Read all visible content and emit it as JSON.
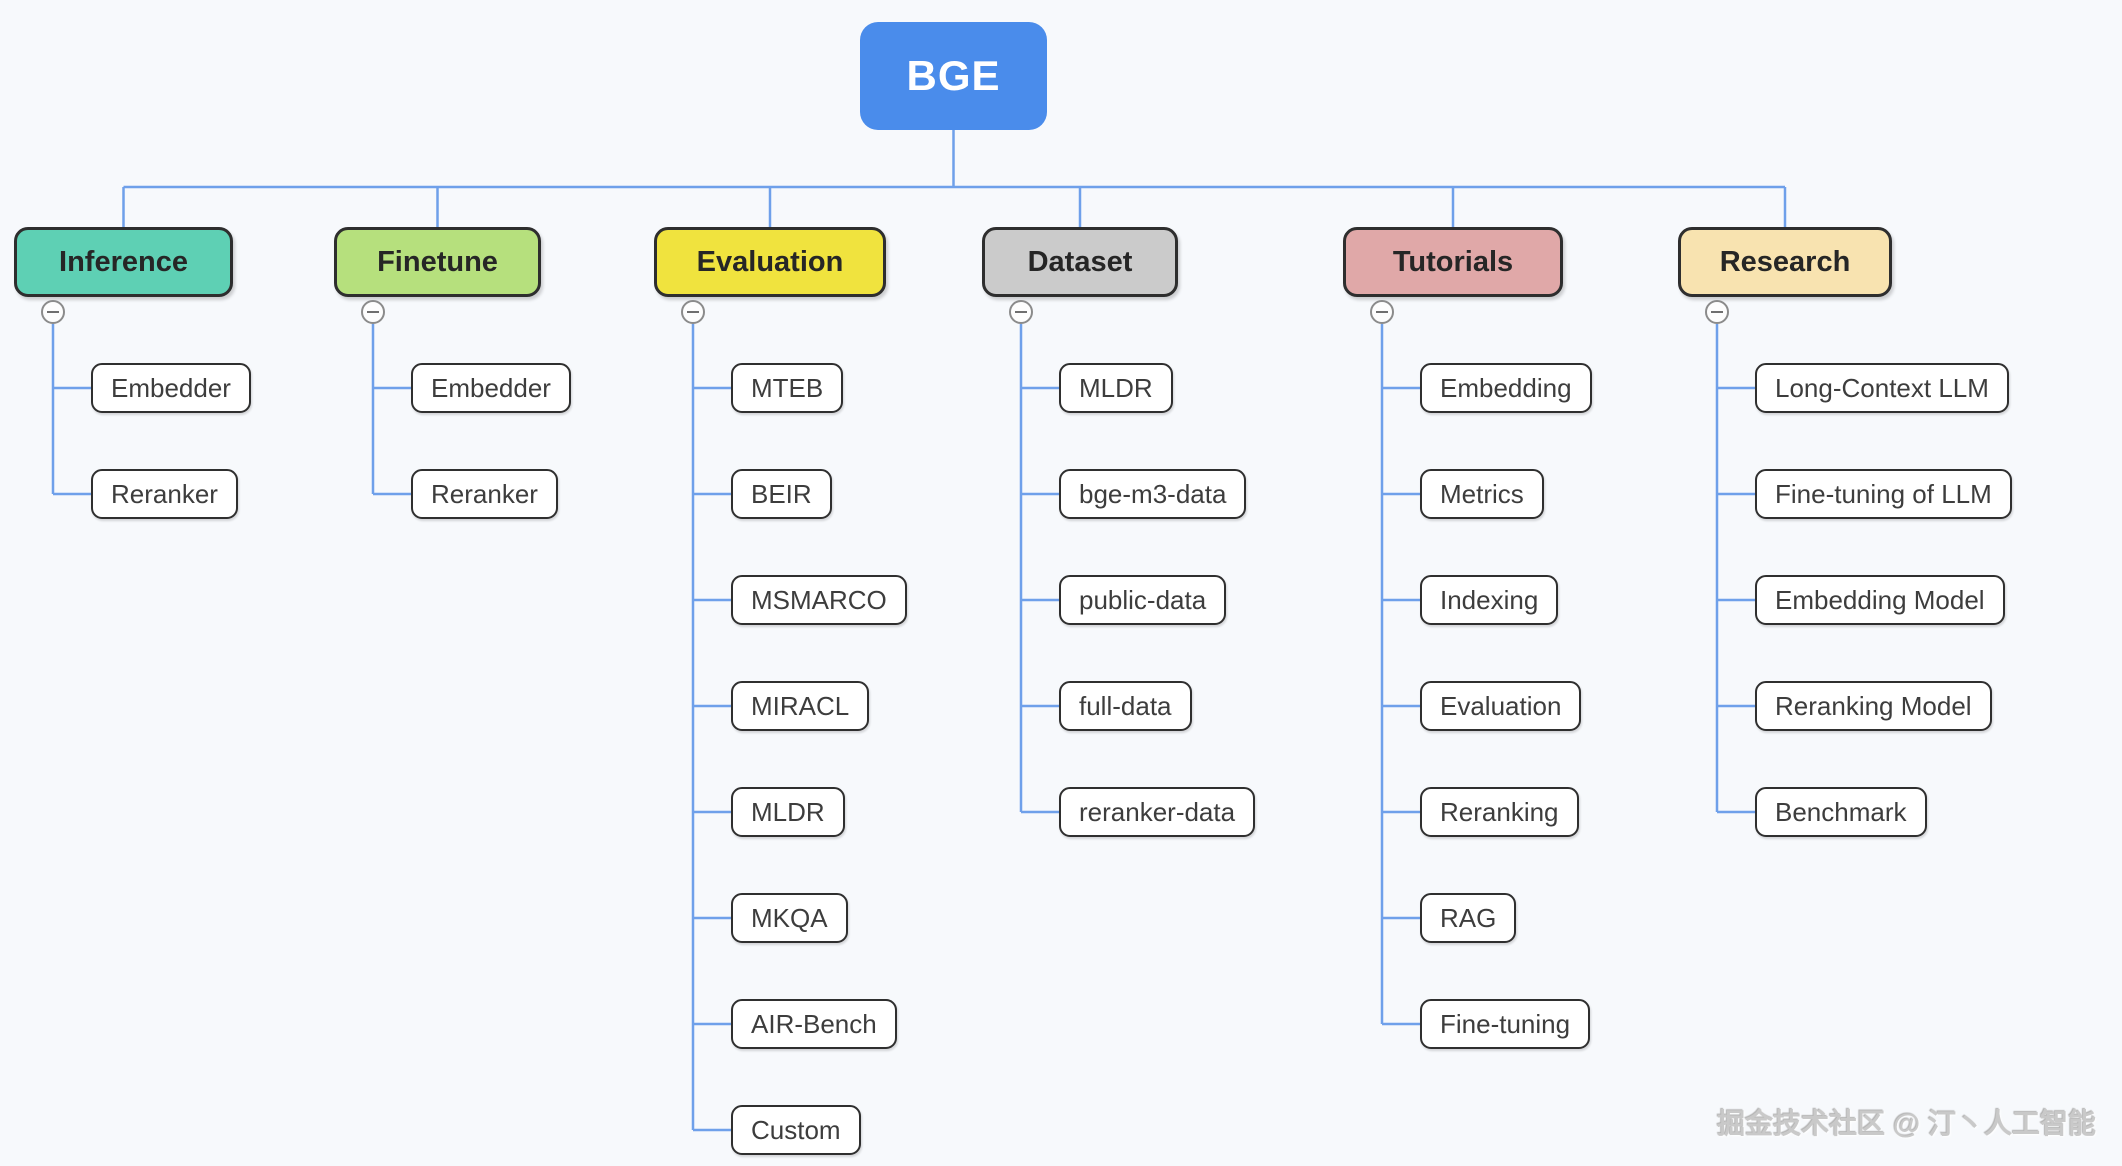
{
  "root": {
    "label": "BGE"
  },
  "branches": [
    {
      "label": "Inference",
      "fill": "#5ed0b4",
      "children": [
        "Embedder",
        "Reranker"
      ]
    },
    {
      "label": "Finetune",
      "fill": "#b6e07d",
      "children": [
        "Embedder",
        "Reranker"
      ]
    },
    {
      "label": "Evaluation",
      "fill": "#f0e33e",
      "children": [
        "MTEB",
        "BEIR",
        "MSMARCO",
        "MIRACL",
        "MLDR",
        "MKQA",
        "AIR-Bench",
        "Custom"
      ]
    },
    {
      "label": "Dataset",
      "fill": "#cbcbcb",
      "children": [
        "MLDR",
        "bge-m3-data",
        "public-data",
        "full-data",
        "reranker-data"
      ]
    },
    {
      "label": "Tutorials",
      "fill": "#e0a8a8",
      "children": [
        "Embedding",
        "Metrics",
        "Indexing",
        "Evaluation",
        "Reranking",
        "RAG",
        "Fine-tuning"
      ]
    },
    {
      "label": "Research",
      "fill": "#f8e3b0",
      "children": [
        "Long-Context LLM",
        "Fine-tuning of LLM",
        "Embedding Model",
        "Reranking Model",
        "Benchmark"
      ]
    }
  ],
  "collapse_icon": "minus-circle",
  "watermark": "掘金技术社区 @ 汀丶人工智能",
  "colors": {
    "background": "#f7f9fc",
    "connector": "#6fa0ea",
    "root_fill": "#4a8ceb",
    "root_text": "#ffffff",
    "node_border": "#2e2e2e",
    "child_fill": "#ffffff",
    "child_text": "#3d3d3d"
  }
}
